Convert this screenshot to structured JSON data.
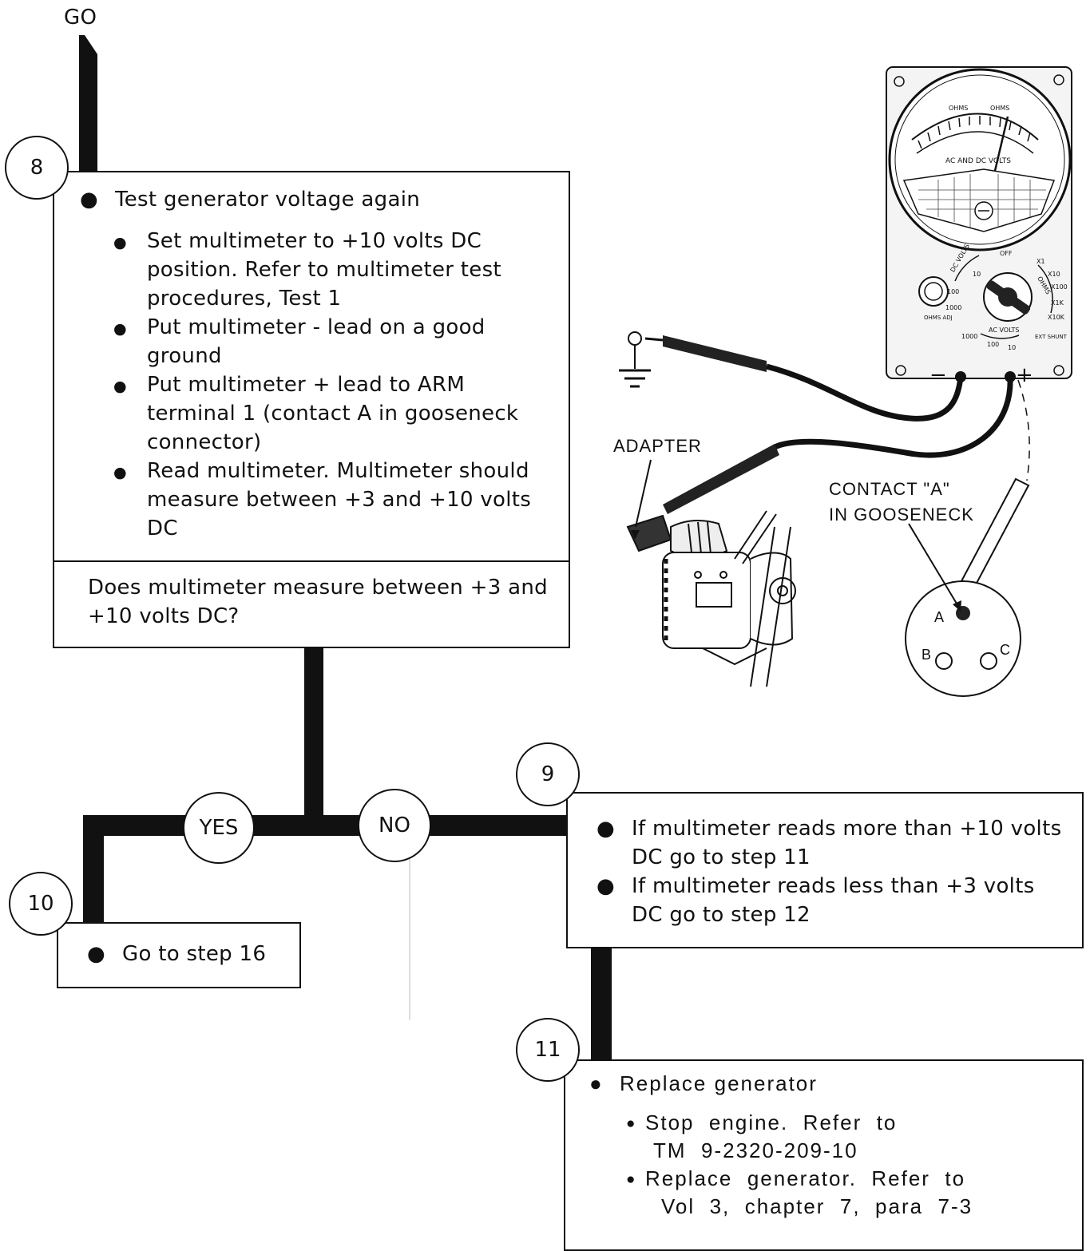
{
  "start_label": "GO",
  "step8": {
    "number": "8",
    "heading": "Test generator voltage again",
    "items": [
      "Set multimeter to +10 volts DC position.  Refer to multimeter test procedures, Test 1",
      "Put multimeter - lead on a good ground",
      "Put multimeter + lead to ARM terminal 1 (contact A in gooseneck connector)",
      "Read multimeter.  Multimeter should measure between +3 and +10 volts DC"
    ],
    "question": "Does multimeter measure between +3 and +10 volts DC?"
  },
  "branches": {
    "yes": "YES",
    "no": "NO"
  },
  "step9": {
    "number": "9",
    "items": [
      "If multimeter reads more than +10 volts DC go to step 11",
      "If multimeter reads less than +3 volts DC go to step 12"
    ]
  },
  "step10": {
    "number": "10",
    "item": "Go to step 16"
  },
  "step11": {
    "number": "11",
    "heading": "Replace generator",
    "items": [
      {
        "line1": "Stop  engine.  Refer  to",
        "line2": "TM  9-2320-209-10"
      },
      {
        "line1": "Replace  generator.  Refer  to",
        "line2": "Vol  3,  chapter  7,  para  7-3"
      }
    ]
  },
  "illustration": {
    "adapter_label": "ADAPTER",
    "contact_label_line1": "CONTACT \"A\"",
    "contact_label_line2": "IN GOOSENECK",
    "contacts": [
      "A",
      "B",
      "C"
    ],
    "meter": {
      "scale_top": "OHMS",
      "scale_bottom": "AC AND DC VOLTS",
      "off": "OFF",
      "dc_volts": "DC VOLTS",
      "ac_volts": "AC VOLTS",
      "ohms": "OHMS",
      "ohms_adj": "OHMS ADJ",
      "ext_shunt": "EXT SHUNT",
      "minus": "−",
      "plus": "+",
      "dc_ranges": [
        "10",
        "100",
        "1000"
      ],
      "ac_ranges": [
        "1000",
        "100",
        "10"
      ],
      "ohm_ranges": [
        "X1",
        "X10",
        "X100",
        "X1K",
        "X10K"
      ]
    }
  }
}
